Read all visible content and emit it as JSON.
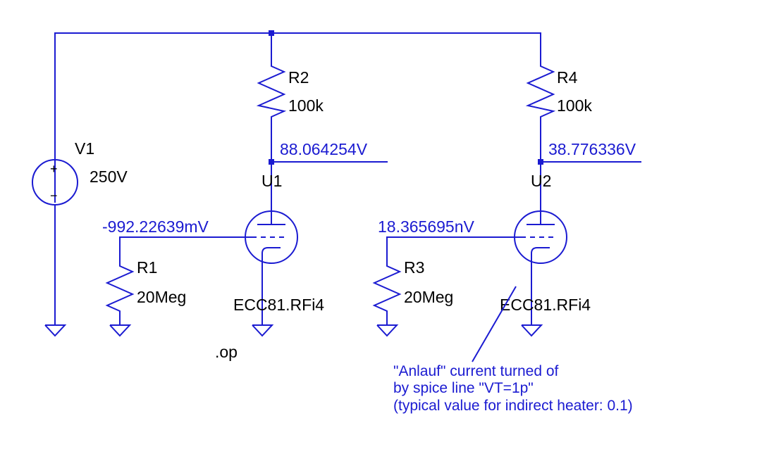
{
  "components": {
    "v1": {
      "name": "V1",
      "value": "250V",
      "plus": "+",
      "minus": "−"
    },
    "r2": {
      "name": "R2",
      "value": "100k"
    },
    "r4": {
      "name": "R4",
      "value": "100k"
    },
    "r1": {
      "name": "R1",
      "value": "20Meg"
    },
    "r3": {
      "name": "R3",
      "value": "20Meg"
    },
    "u1": {
      "name": "U1",
      "model": "ECC81.RFi4"
    },
    "u2": {
      "name": "U2",
      "model": "ECC81.RFi4"
    }
  },
  "node_voltages": {
    "u1_anode": "88.064254V",
    "u2_anode": "38.776336V",
    "u1_grid": "-992.22639mV",
    "u2_grid": "18.365695nV"
  },
  "directive": ".op",
  "note": {
    "lines": [
      "\"Anlauf\" current turned of",
      "by spice line \"VT=1p\"",
      "(typical value for indirect heater: 0.1)"
    ]
  },
  "colors": {
    "wire": "#1b1bd1",
    "label": "#000000"
  }
}
